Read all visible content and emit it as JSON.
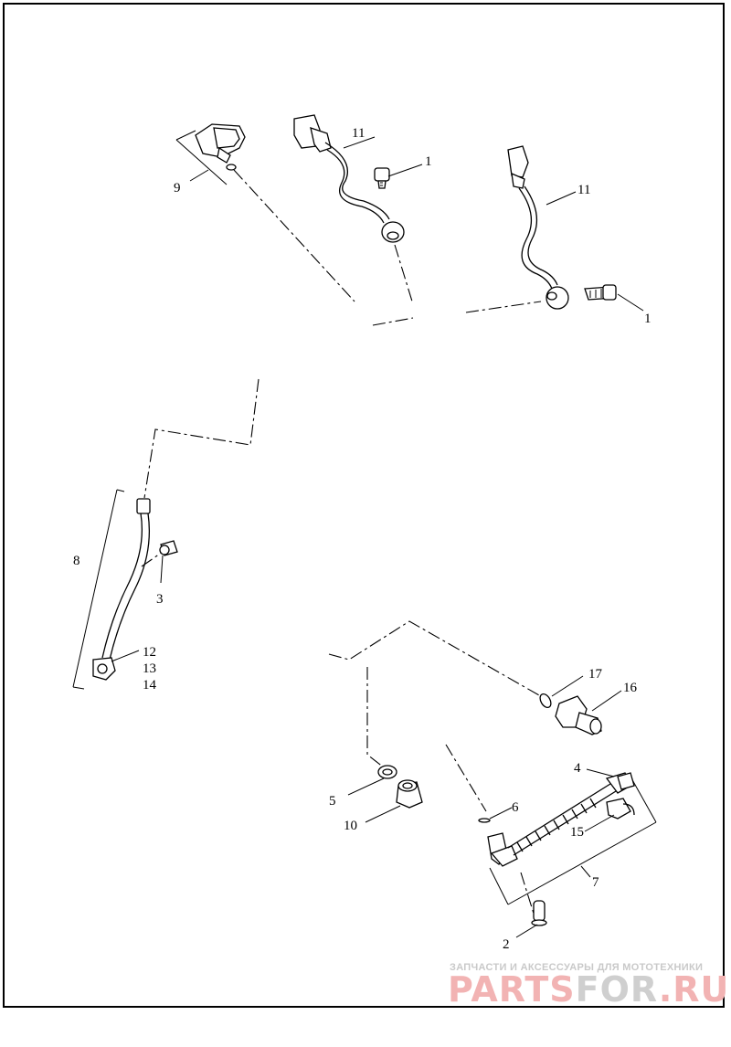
{
  "callouts": {
    "c1a": "1",
    "c1b": "1",
    "c2": "2",
    "c3": "3",
    "c4": "4",
    "c5": "5",
    "c6": "6",
    "c7": "7",
    "c8": "8",
    "c9": "9",
    "c10": "10",
    "c11a": "11",
    "c11b": "11",
    "c12": "12",
    "c13": "13",
    "c14": "14",
    "c15": "15",
    "c16": "16",
    "c17": "17"
  },
  "watermark": {
    "tagline": "ЗАПЧАСТИ И АКСЕССУАРЫ ДЛЯ МОТОТЕХНИКИ",
    "logo_part1": "PARTS",
    "logo_part2": "FOR",
    "logo_part3": ".RU",
    "color_primary": "#f2b3b3",
    "color_secondary": "#cfcfcf"
  }
}
